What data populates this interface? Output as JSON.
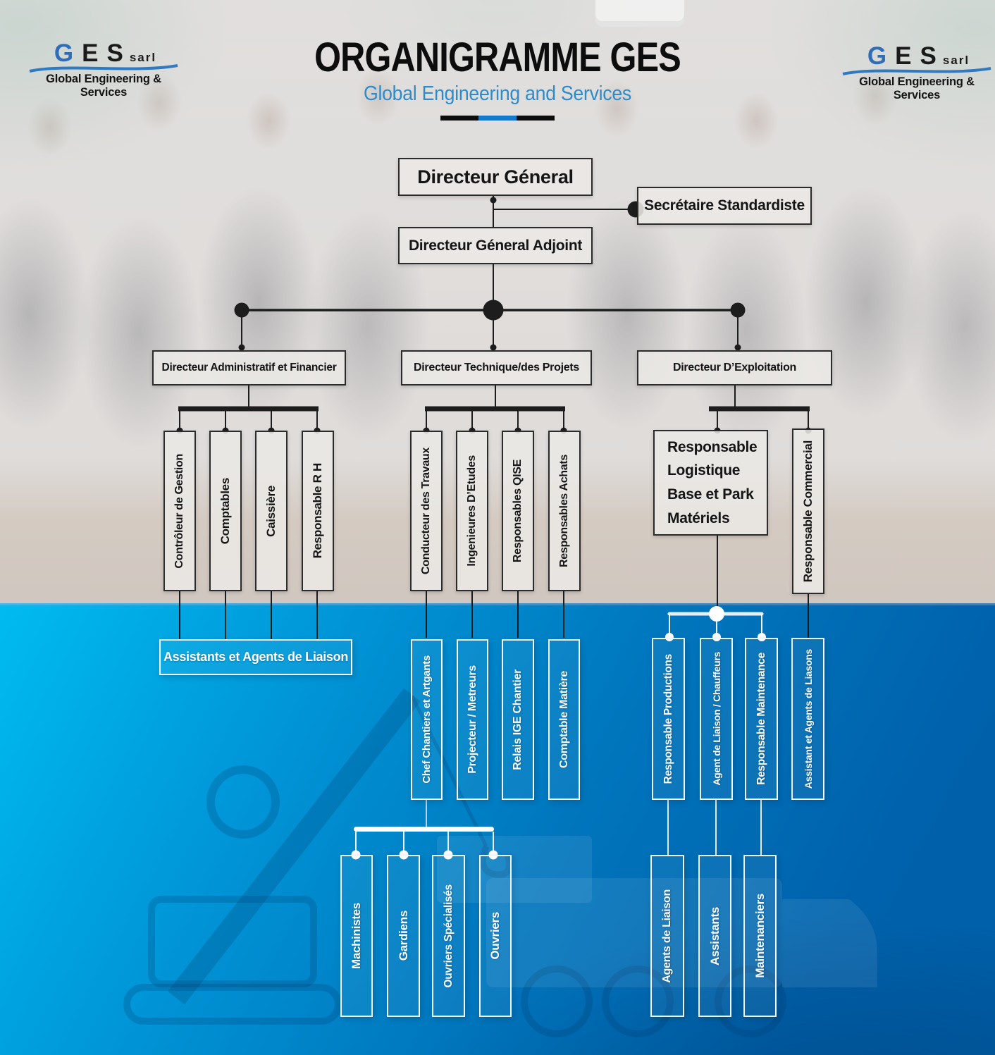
{
  "header": {
    "title": "ORGANIGRAMME GES",
    "subtitle": "Global Engineering and Services"
  },
  "logo": {
    "g": "G",
    "e": "E",
    "s": "S",
    "suffix": "sarl",
    "tagline": "Global Engineering & Services"
  },
  "palette": {
    "accent_blue": "#1279cd",
    "subtitle_blue": "#2e8bca",
    "cyan_top": "#00bbf0",
    "deep_blue": "#005ea7",
    "ink": "#151515",
    "white": "#ffffff"
  },
  "org": {
    "directeur_general": "Directeur Géneral",
    "secretaire_standardiste": "Secrétaire Standardiste",
    "directeur_general_adjoint": "Directeur Géneral Adjoint",
    "directeur_admin_financier": "Directeur Administratif et Financier",
    "directeur_technique": "Directeur Technique/des Projets",
    "directeur_exploitation": "Directeur D’Exploitation",
    "admin_staff": [
      "Contrôleur de Gestion",
      "Comptables",
      "Caissière",
      "Responsable R H"
    ],
    "admin_support": "Assistants et Agents de Liaison",
    "technique_staff": [
      "Conducteur des Travaux",
      "Ingenieures D’Etudes",
      "Responsables QISE",
      "Responsables Achats"
    ],
    "technique_level2": [
      "Chef Chantiers et Artgants",
      "Projecteur / Metreurs",
      "Relais IGE Chantier",
      "Comptable Matière"
    ],
    "technique_level3": [
      "Machinistes",
      "Gardiens",
      "Ouvriers Spécialisés",
      "Ouvriers"
    ],
    "responsable_logistique": "Responsable Logistique Base et Park Matériels",
    "responsable_commercial": "Responsable Commercial",
    "exploitation_level2": [
      "Responsable Productions",
      "Agent de Liaison / Chauffeurs",
      "Responsable Maintenance",
      "Assistant et Agents de Liasons"
    ],
    "exploitation_level3": [
      "Agents de Liaison",
      "Assistants",
      "Maintenanciers"
    ]
  }
}
